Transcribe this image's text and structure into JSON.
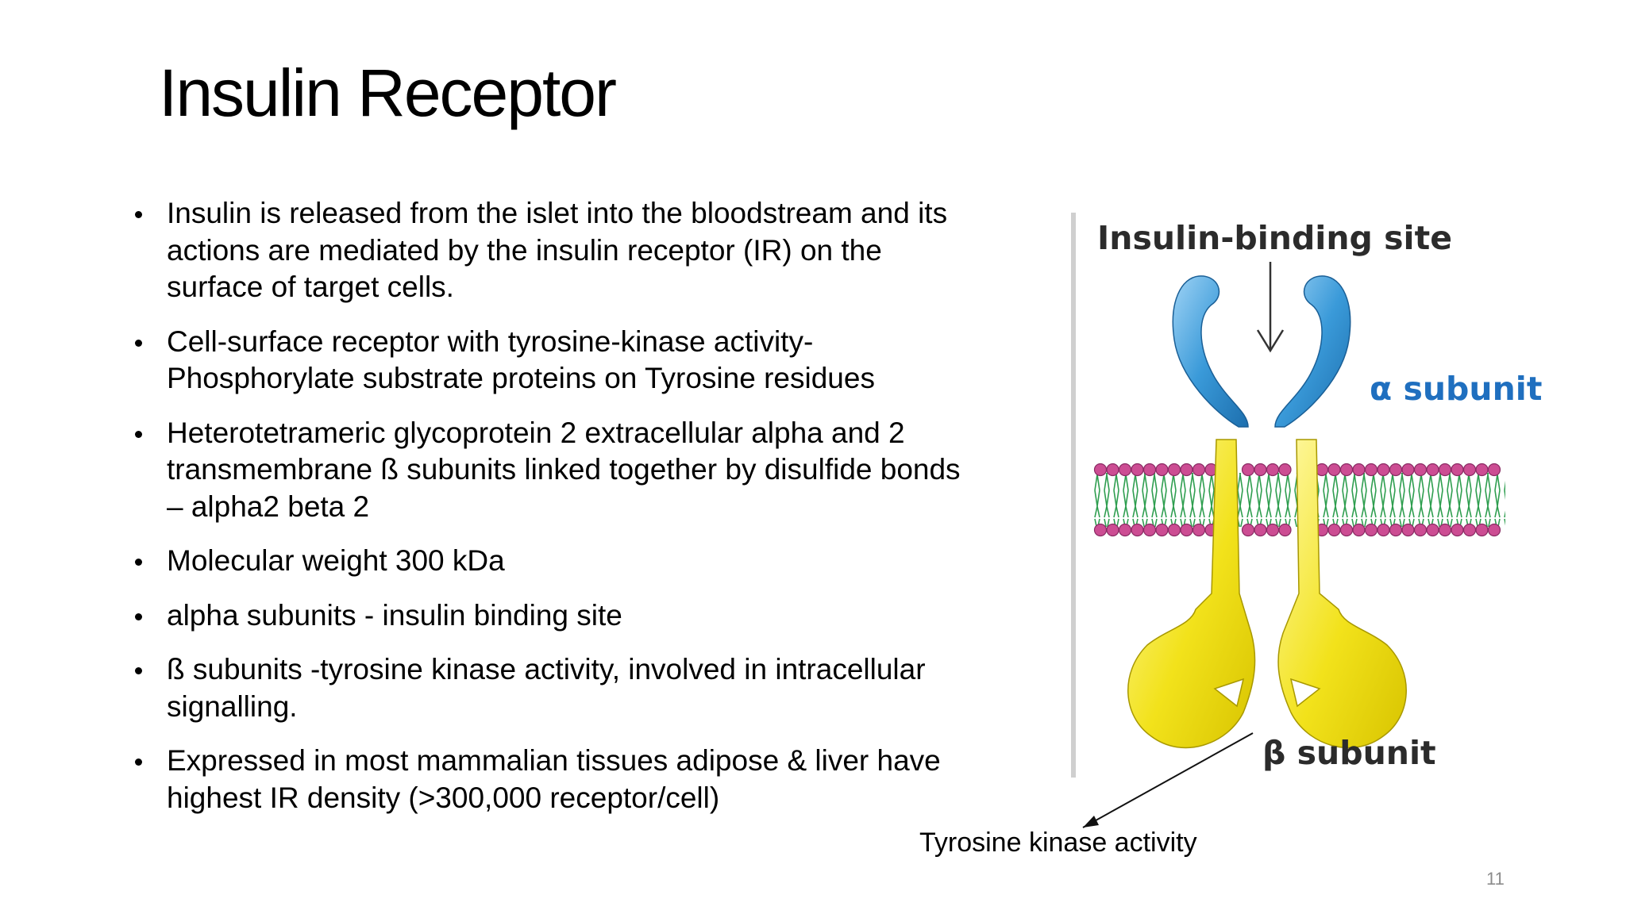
{
  "slide": {
    "title": "Insulin Receptor",
    "bullets": [
      "Insulin is released from the islet into the bloodstream and its actions are mediated by the insulin receptor (IR) on the surface of target cells.",
      "Cell-surface receptor with tyrosine-kinase activity- Phosphorylate substrate proteins on Tyrosine residues",
      "Heterotetrameric glycoprotein 2 extracellular alpha and 2 transmembrane ß subunits linked together by disulfide bonds – alpha2 beta 2",
      "Molecular weight 300 kDa",
      "alpha subunits - insulin binding site",
      "ß subunits -tyrosine kinase activity, involved in intracellular signalling.",
      "Expressed in most mammalian tissues adipose & liver have highest IR density (>300,000 receptor/cell)"
    ],
    "page_number": "11"
  },
  "figure": {
    "binding_site_label": "Insulin-binding site",
    "alpha_label": "α subunit",
    "beta_label": "β subunit",
    "caption": "Tyrosine kinase activity",
    "colors": {
      "alpha_subunit": "#3a9ad9",
      "beta_subunit": "#f2e21b",
      "lipid_head": "#cc4d93",
      "lipid_tail": "#2e9e4f",
      "alpha_label": "#1f6fbf"
    }
  }
}
